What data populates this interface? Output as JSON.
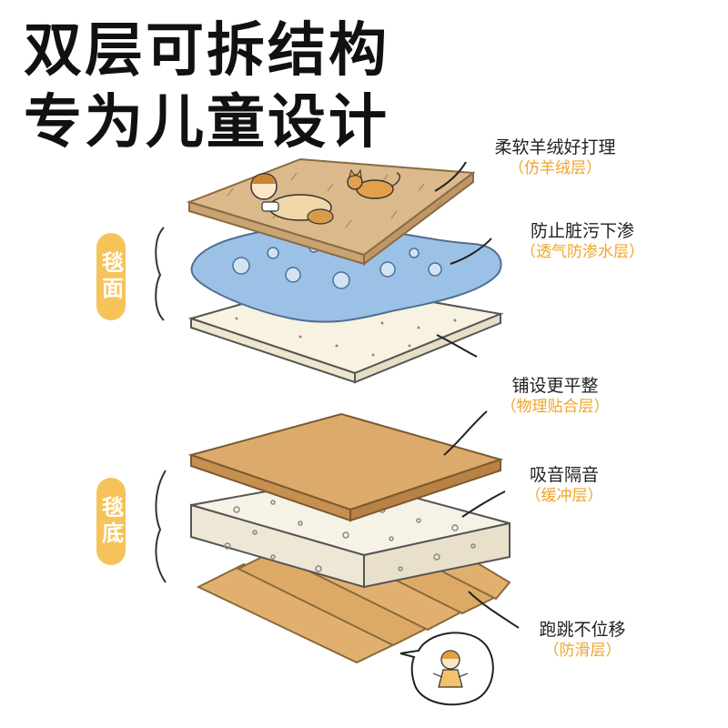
{
  "headline": {
    "line1": "双层可拆结构",
    "line2": "专为儿童设计"
  },
  "groups": {
    "top": "毯面",
    "bottom": "毯底"
  },
  "layers": [
    {
      "main": "柔软羊绒好打理",
      "sub": "（仿羊绒层）"
    },
    {
      "main": "防止脏污下渗",
      "sub": "（透气防渗水层）"
    },
    {
      "main": "铺设更平整",
      "sub": "（物理贴合层）"
    },
    {
      "main": "吸音隔音",
      "sub": "（缓冲层）"
    },
    {
      "main": "跑跳不位移",
      "sub": "（防滑层）"
    }
  ],
  "colors": {
    "accent": "#f6c35a",
    "subtext": "#f0a425",
    "wool": "#dcb98a",
    "waterproof": "#9cc1e6",
    "fit": "#d9a868",
    "cushion": "#f5efe1",
    "antislip": "#e2b06e"
  }
}
